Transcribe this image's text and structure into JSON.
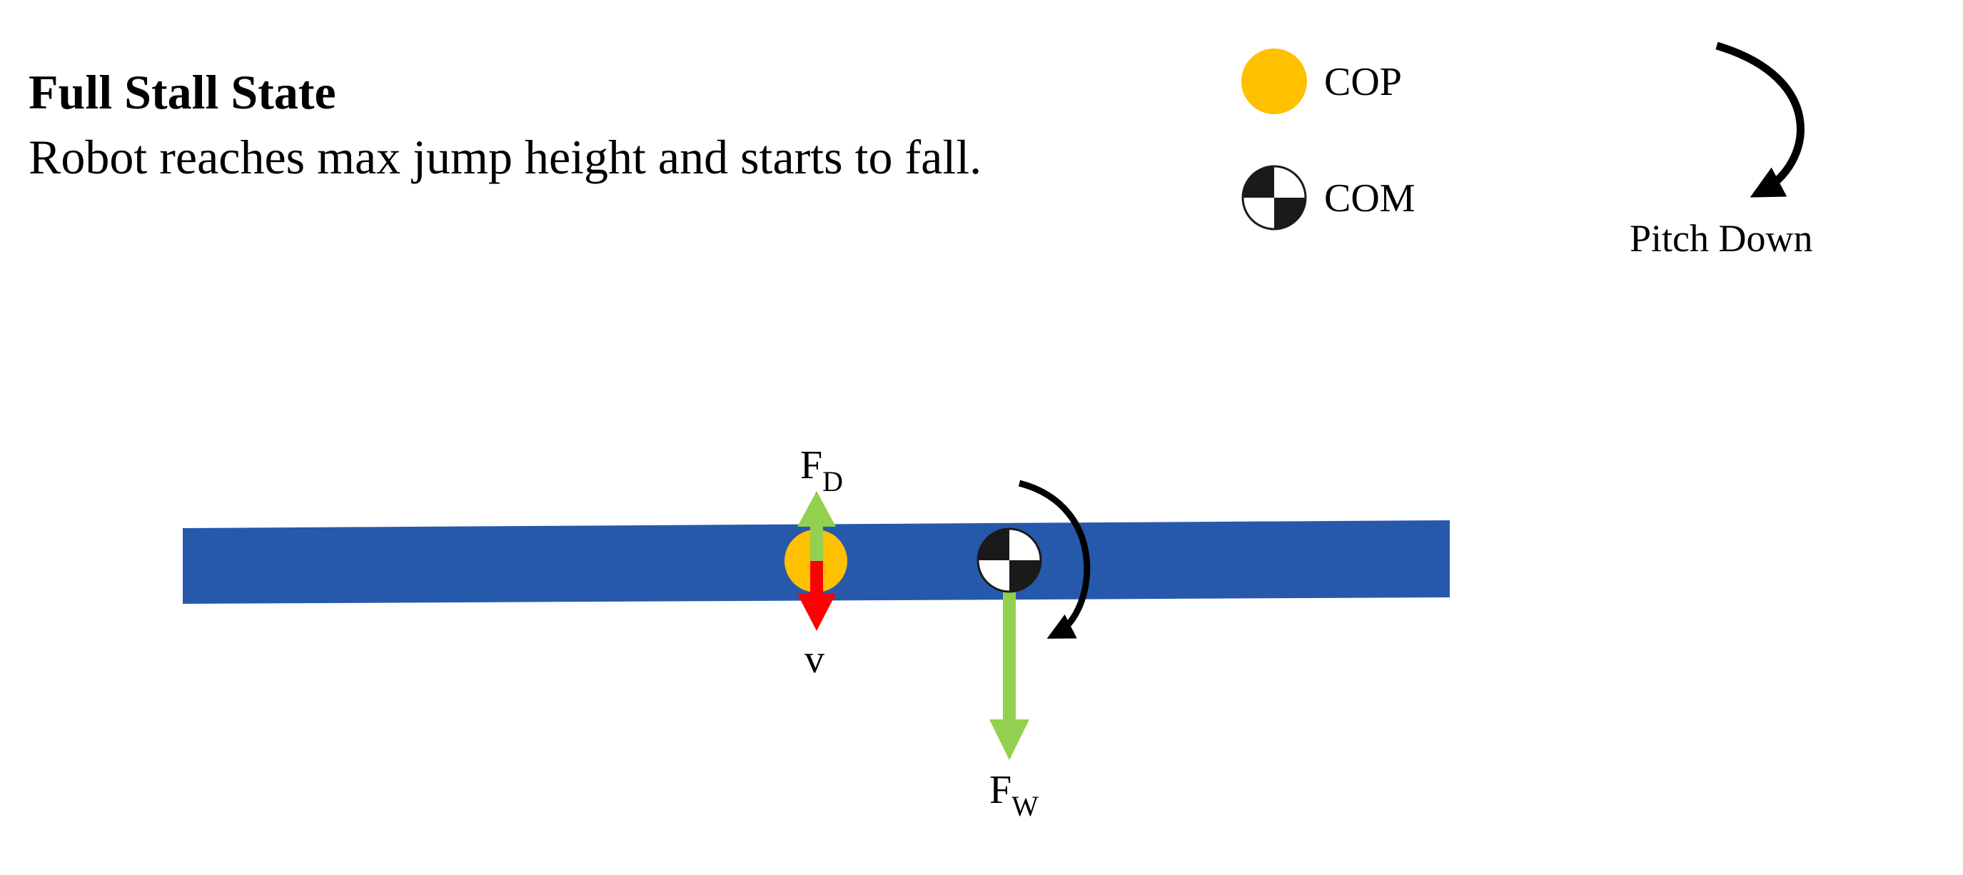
{
  "header": {
    "title": "Full Stall State",
    "subtitle": "Robot reaches max jump height and starts to fall."
  },
  "legend": {
    "cop_label": "COP",
    "com_label": "COM",
    "pitch_label": "Pitch Down"
  },
  "forces": {
    "drag": {
      "main": "F",
      "sub": "D"
    },
    "velocity": {
      "main": "v"
    },
    "weight": {
      "main": "F",
      "sub": "W"
    }
  },
  "colors": {
    "body": "#2659ab",
    "cop": "#ffc000",
    "force_arrow": "#92d050",
    "velocity_arrow": "#ff0000",
    "moment_arrow": "#000000"
  },
  "icons": {
    "cop_marker": "filled-circle-icon",
    "com_marker": "quartered-circle-icon",
    "pitch_arrow": "curved-arrow-icon"
  }
}
